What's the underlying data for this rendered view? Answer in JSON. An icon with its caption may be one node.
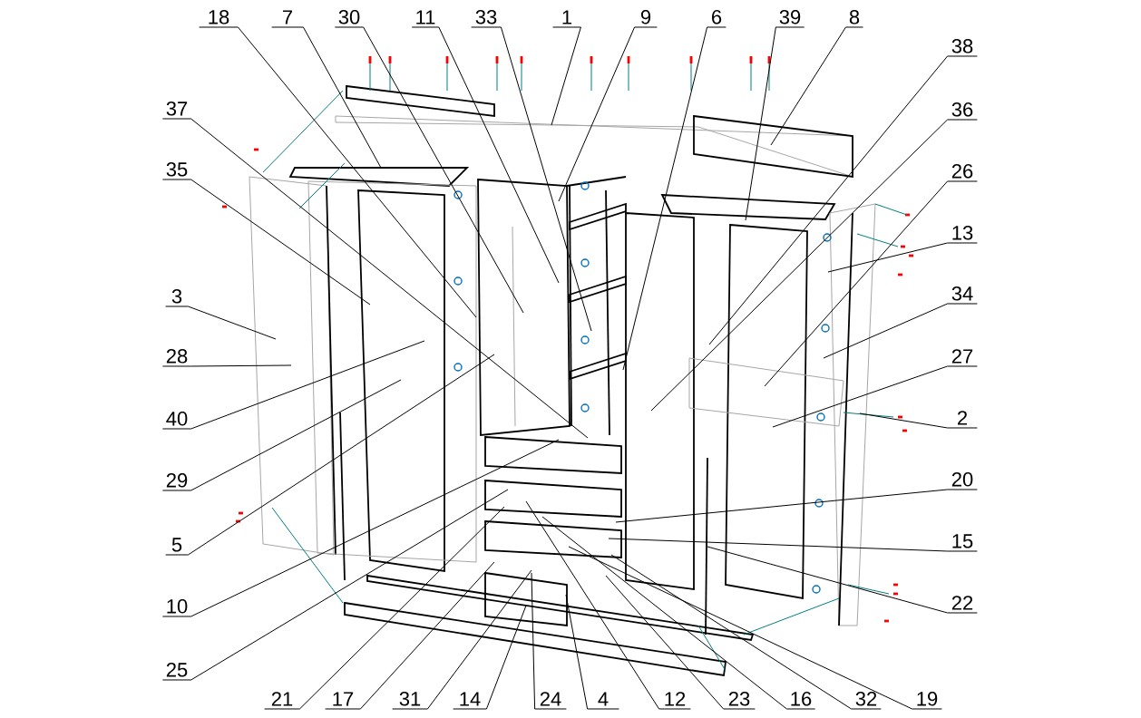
{
  "diagram": {
    "nodes": [
      {
        "text": [
          "18"
        ]
      },
      {
        "text": [
          "7"
        ]
      },
      {
        "text": [
          "30"
        ]
      },
      {
        "text": [
          "11"
        ]
      },
      {
        "text": [
          "33"
        ]
      },
      {
        "text": [
          "1"
        ]
      },
      {
        "text": [
          "9"
        ]
      },
      {
        "text": [
          "6"
        ]
      },
      {
        "text": [
          "39"
        ]
      },
      {
        "text": [
          "8"
        ]
      },
      {
        "text": [
          "37"
        ]
      },
      {
        "text": [
          "35"
        ]
      },
      {
        "text": [
          "3"
        ]
      },
      {
        "text": [
          "28"
        ]
      },
      {
        "text": [
          "40"
        ]
      },
      {
        "text": [
          "29"
        ]
      },
      {
        "text": [
          "5"
        ]
      },
      {
        "text": [
          "10"
        ]
      },
      {
        "text": [
          "25"
        ]
      },
      {
        "text": [
          "38"
        ]
      },
      {
        "text": [
          "36"
        ]
      },
      {
        "text": [
          "26"
        ]
      },
      {
        "text": [
          "13"
        ]
      },
      {
        "text": [
          "34"
        ]
      },
      {
        "text": [
          "27"
        ]
      },
      {
        "text": [
          "2"
        ]
      },
      {
        "text": [
          "20"
        ]
      },
      {
        "text": [
          "15"
        ]
      },
      {
        "text": [
          "22"
        ]
      },
      {
        "text": [
          "21"
        ]
      },
      {
        "text": [
          "17"
        ]
      },
      {
        "text": [
          "31"
        ]
      },
      {
        "text": [
          "14"
        ]
      },
      {
        "text": [
          "24"
        ]
      },
      {
        "text": [
          "4"
        ]
      },
      {
        "text": [
          "12"
        ]
      },
      {
        "text": [
          "23"
        ]
      },
      {
        "text": [
          "16"
        ]
      },
      {
        "text": [
          "32"
        ]
      },
      {
        "text": [
          "19"
        ]
      }
    ],
    "edges": [
      {
        "from": 0,
        "to": null,
        "arrow": "none"
      },
      {
        "from": 1,
        "to": null,
        "arrow": "none"
      },
      {
        "from": 2,
        "to": null,
        "arrow": "none"
      },
      {
        "from": 3,
        "to": null,
        "arrow": "none"
      },
      {
        "from": 4,
        "to": null,
        "arrow": "none"
      },
      {
        "from": 5,
        "to": null,
        "arrow": "none"
      },
      {
        "from": 6,
        "to": null,
        "arrow": "none"
      },
      {
        "from": 7,
        "to": null,
        "arrow": "none"
      },
      {
        "from": 8,
        "to": null,
        "arrow": "none"
      },
      {
        "from": 9,
        "to": null,
        "arrow": "none"
      },
      {
        "from": 10,
        "to": null,
        "arrow": "none"
      },
      {
        "from": 11,
        "to": null,
        "arrow": "none"
      },
      {
        "from": 12,
        "to": null,
        "arrow": "none"
      },
      {
        "from": 13,
        "to": null,
        "arrow": "none"
      },
      {
        "from": 14,
        "to": null,
        "arrow": "none"
      },
      {
        "from": 15,
        "to": null,
        "arrow": "none"
      },
      {
        "from": 16,
        "to": null,
        "arrow": "none"
      },
      {
        "from": 17,
        "to": null,
        "arrow": "none"
      },
      {
        "from": 18,
        "to": null,
        "arrow": "none"
      },
      {
        "from": 19,
        "to": null,
        "arrow": "none"
      },
      {
        "from": 20,
        "to": null,
        "arrow": "none"
      },
      {
        "from": 21,
        "to": null,
        "arrow": "none"
      },
      {
        "from": 22,
        "to": null,
        "arrow": "none"
      },
      {
        "from": 23,
        "to": null,
        "arrow": "none"
      },
      {
        "from": 24,
        "to": null,
        "arrow": "none"
      },
      {
        "from": 25,
        "to": null,
        "arrow": "none"
      },
      {
        "from": 26,
        "to": null,
        "arrow": "none"
      },
      {
        "from": 27,
        "to": null,
        "arrow": "none"
      },
      {
        "from": 28,
        "to": null,
        "arrow": "none"
      },
      {
        "from": 29,
        "to": null,
        "arrow": "none"
      },
      {
        "from": 30,
        "to": null,
        "arrow": "none"
      },
      {
        "from": 31,
        "to": null,
        "arrow": "none"
      },
      {
        "from": 32,
        "to": null,
        "arrow": "none"
      },
      {
        "from": 33,
        "to": null,
        "arrow": "none"
      },
      {
        "from": 34,
        "to": null,
        "arrow": "none"
      },
      {
        "from": 35,
        "to": null,
        "arrow": "none"
      },
      {
        "from": 36,
        "to": null,
        "arrow": "none"
      },
      {
        "from": 37,
        "to": null,
        "arrow": "none"
      },
      {
        "from": 38,
        "to": null,
        "arrow": "none"
      },
      {
        "from": 39,
        "to": null,
        "arrow": "none"
      }
    ]
  }
}
